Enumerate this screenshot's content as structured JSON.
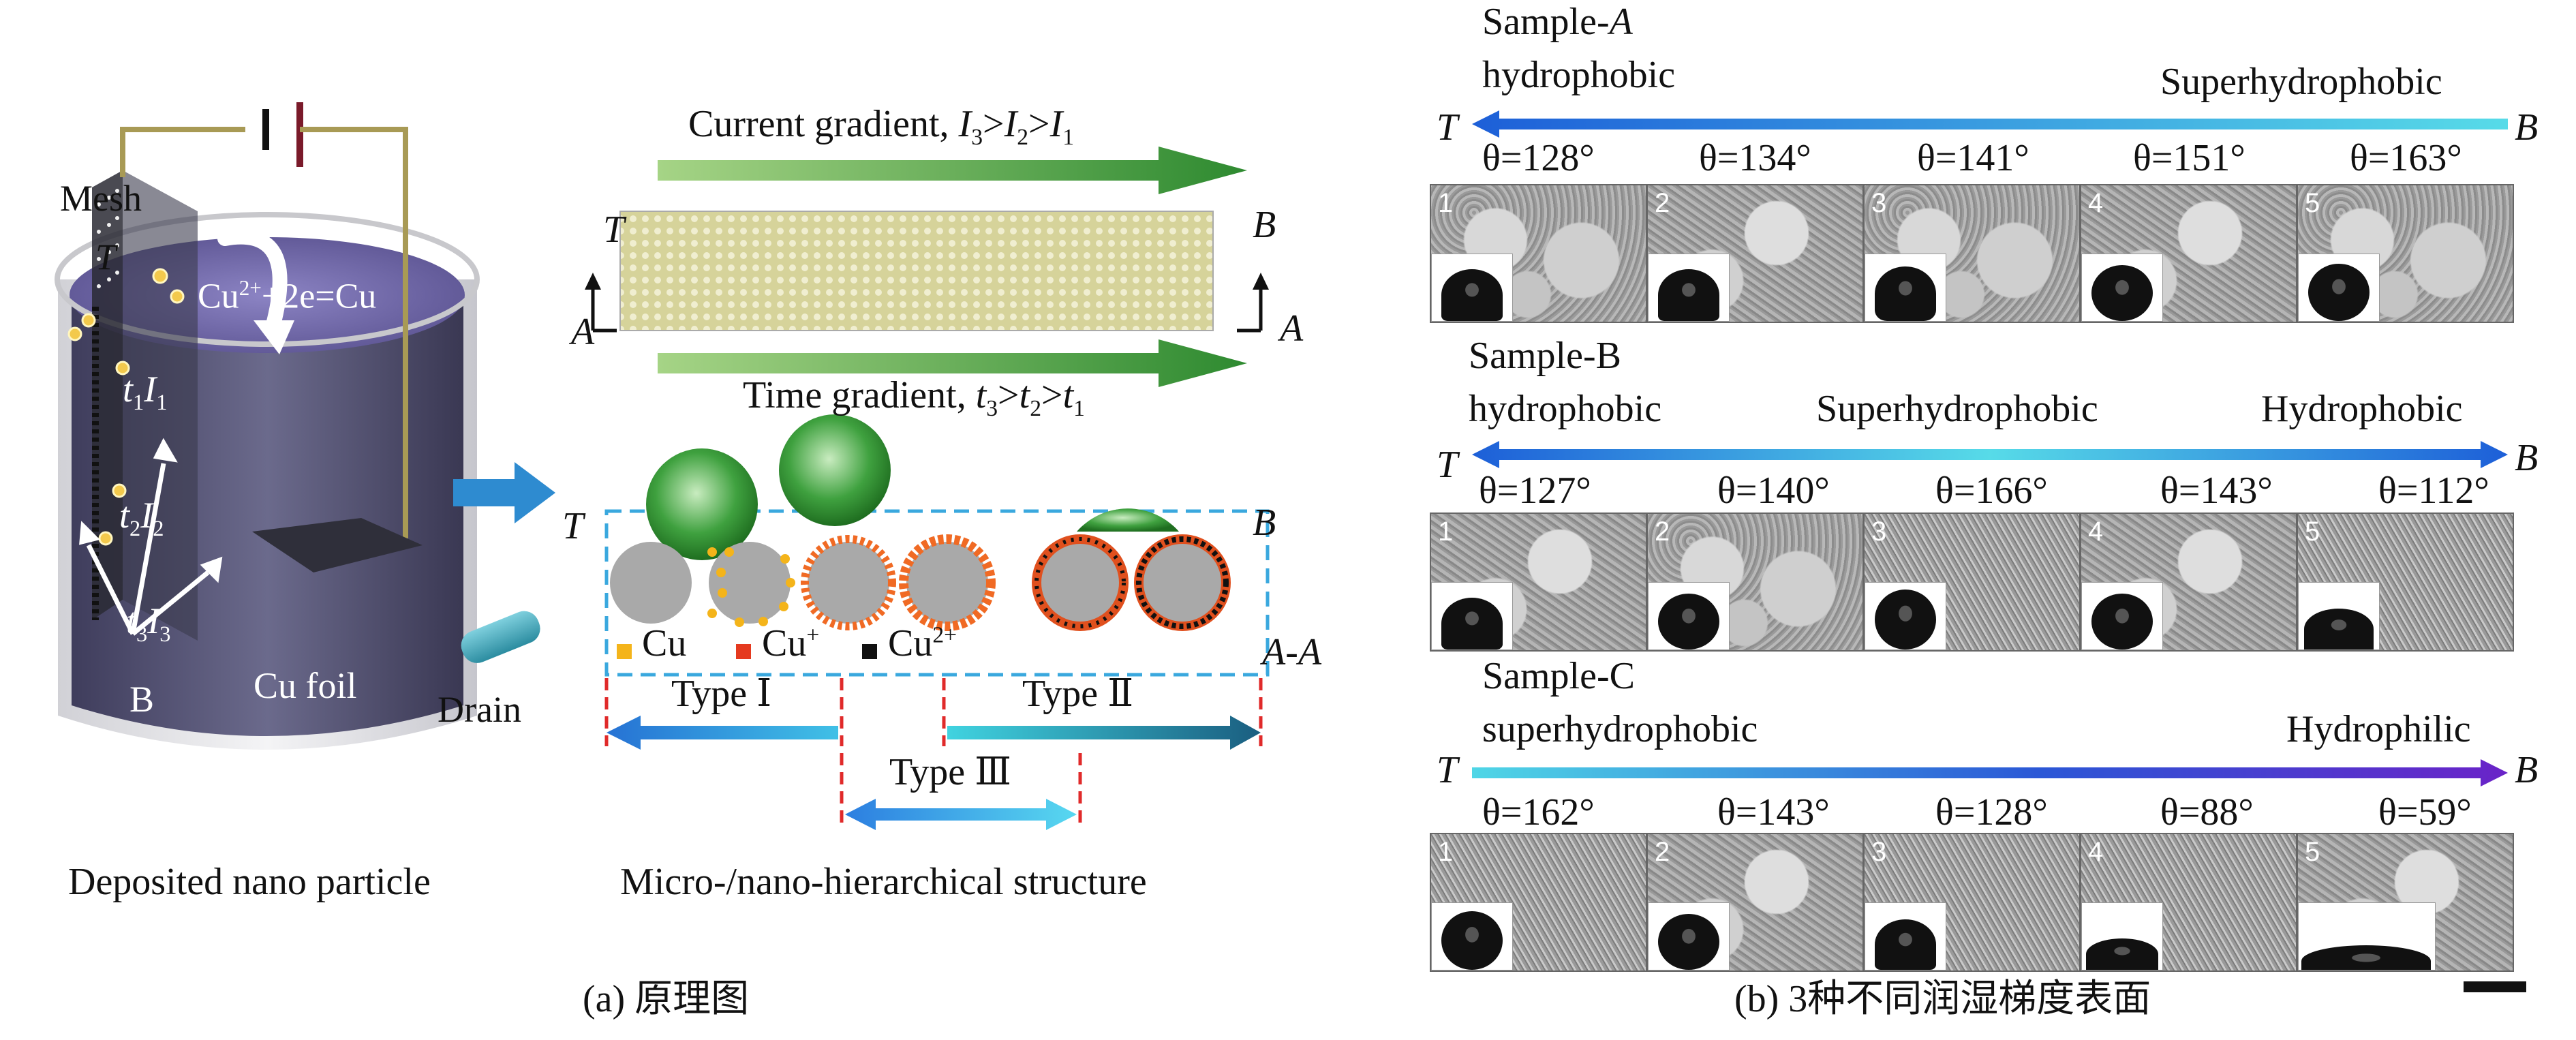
{
  "panel_a": {
    "left": {
      "mesh": "Mesh",
      "T": "T",
      "reaction_main": "Cu",
      "reaction_sup": "2+",
      "reaction_rest": "+2e=Cu",
      "t1": "t",
      "t1_sub": "1",
      "I1": "I",
      "I1_sub": "1",
      "t2": "t",
      "t2_sub": "2",
      "I2": "I",
      "I2_sub": "2",
      "t3": "t",
      "t3_sub": "3",
      "I3": "I",
      "I3_sub": "3",
      "B": "B",
      "cu_foil": "Cu foil",
      "drain": "Drain",
      "caption": "Deposited nano particle"
    },
    "right": {
      "current_gradient_text": "Current gradient, ",
      "current_gradient_expr": "I3>I2>I1",
      "time_gradient_text": "Time gradient, ",
      "time_gradient_expr": "t3>t2>t1",
      "T": "T",
      "B": "B",
      "A_left": "A",
      "A_right": "A",
      "T2": "T",
      "B2": "B",
      "legend_cu": "Cu",
      "legend_cu1": "Cu",
      "legend_cu1_sup": "+",
      "legend_cu2": "Cu",
      "legend_cu2_sup": "2+",
      "AA": "A-A",
      "type1": "Type Ⅰ",
      "type2": "Type Ⅱ",
      "type3": "Type Ⅲ",
      "caption": "Micro-/nano-hierarchical structure"
    },
    "colors": {
      "cu": "#f4b41a",
      "cu1": "#e53a1f",
      "cu2": "#111111"
    },
    "caption": "(a) 原理图"
  },
  "panel_b": {
    "samples": [
      {
        "name_prefix": "Sample-",
        "name_letter": "A",
        "left_label": "hydrophobic",
        "mid_label": "",
        "right_label": "Superhydrophobic",
        "T": "T",
        "B": "B",
        "direction": "left",
        "angles": [
          "θ=128°",
          "θ=134°",
          "θ=141°",
          "θ=151°",
          "θ=163°"
        ],
        "images": [
          "1",
          "2",
          "3",
          "4",
          "5"
        ]
      },
      {
        "name_prefix": "Sample-B",
        "name_letter": "",
        "left_label": "hydrophobic",
        "mid_label": "Superhydrophobic",
        "right_label": "Hydrophobic",
        "T": "T",
        "B": "B",
        "direction": "both",
        "angles": [
          "θ=127°",
          "θ=140°",
          "θ=166°",
          "θ=143°",
          "θ=112°"
        ],
        "images": [
          "1",
          "2",
          "3",
          "4",
          "5"
        ]
      },
      {
        "name_prefix": "Sample-C",
        "name_letter": "",
        "left_label": "superhydrophobic",
        "mid_label": "",
        "right_label": "Hydrophilic",
        "T": "T",
        "B": "B",
        "direction": "right",
        "angles": [
          "θ=162°",
          "θ=143°",
          "θ=128°",
          "θ=88°",
          "θ=59°"
        ],
        "images": [
          "1",
          "2",
          "3",
          "4",
          "5"
        ]
      }
    ],
    "caption": "(b) 3种不同润湿梯度表面"
  }
}
